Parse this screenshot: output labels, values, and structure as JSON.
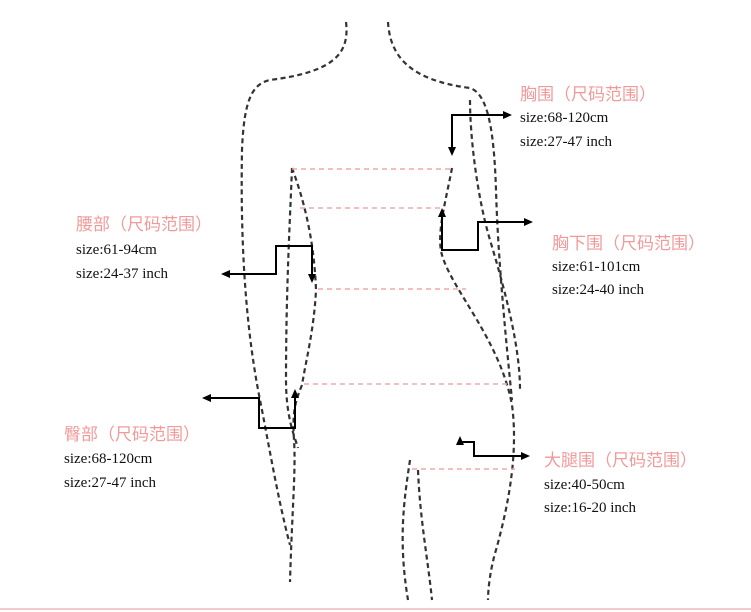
{
  "colors": {
    "accent": "#f19a9a",
    "outline": "#333333",
    "arrow": "#000000",
    "text": "#111111",
    "measure_line": "#f2a8a8"
  },
  "measurements": {
    "chest": {
      "title": "胸围（尺码范围）",
      "cm": "size:68-120cm",
      "inch": "size:27-47 inch"
    },
    "underbust": {
      "title": "胸下围（尺码范围）",
      "cm": "size:61-101cm",
      "inch": "size:24-40 inch"
    },
    "waist": {
      "title": "腰部（尺码范围）",
      "cm": "size:61-94cm",
      "inch": "size:24-37 inch"
    },
    "hip": {
      "title": "臀部（尺码范围）",
      "cm": "size:68-120cm",
      "inch": "size:27-47 inch"
    },
    "thigh": {
      "title": "大腿围（尺码范围）",
      "cm": "size:40-50cm",
      "inch": "size:16-20 inch"
    }
  }
}
